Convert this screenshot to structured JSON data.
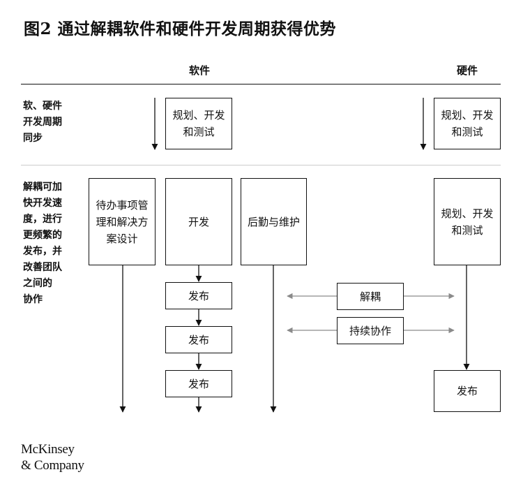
{
  "title": "图2 通过解耦软件和硬件开发周期获得优势",
  "columns": {
    "software": "软件",
    "hardware": "硬件"
  },
  "rows": {
    "sync_label": "软、硬件\n开发周期\n同步",
    "decoupled_label": "解耦可加\n快开发速\n度，进行\n更频繁的\n发布，并\n改善团队\n之间的\n协作"
  },
  "boxes": {
    "sw_plan": "规划、开发和测试",
    "hw_plan": "规划、开发和测试",
    "backlog": "待办事项管理和解决方案设计",
    "develop": "开发",
    "ops": "后勤与维护",
    "hw_plan2": "规划、开发和测试",
    "release1": "发布",
    "release2": "发布",
    "release3": "发布",
    "hw_release": "发布",
    "decouple": "解耦",
    "continuous": "持续协作"
  },
  "logo": {
    "line1": "McKinsey",
    "line2": "& Company"
  },
  "colors": {
    "line": "#111111",
    "divider": "#cccccc",
    "gray_arrow": "#8a8a8a"
  }
}
